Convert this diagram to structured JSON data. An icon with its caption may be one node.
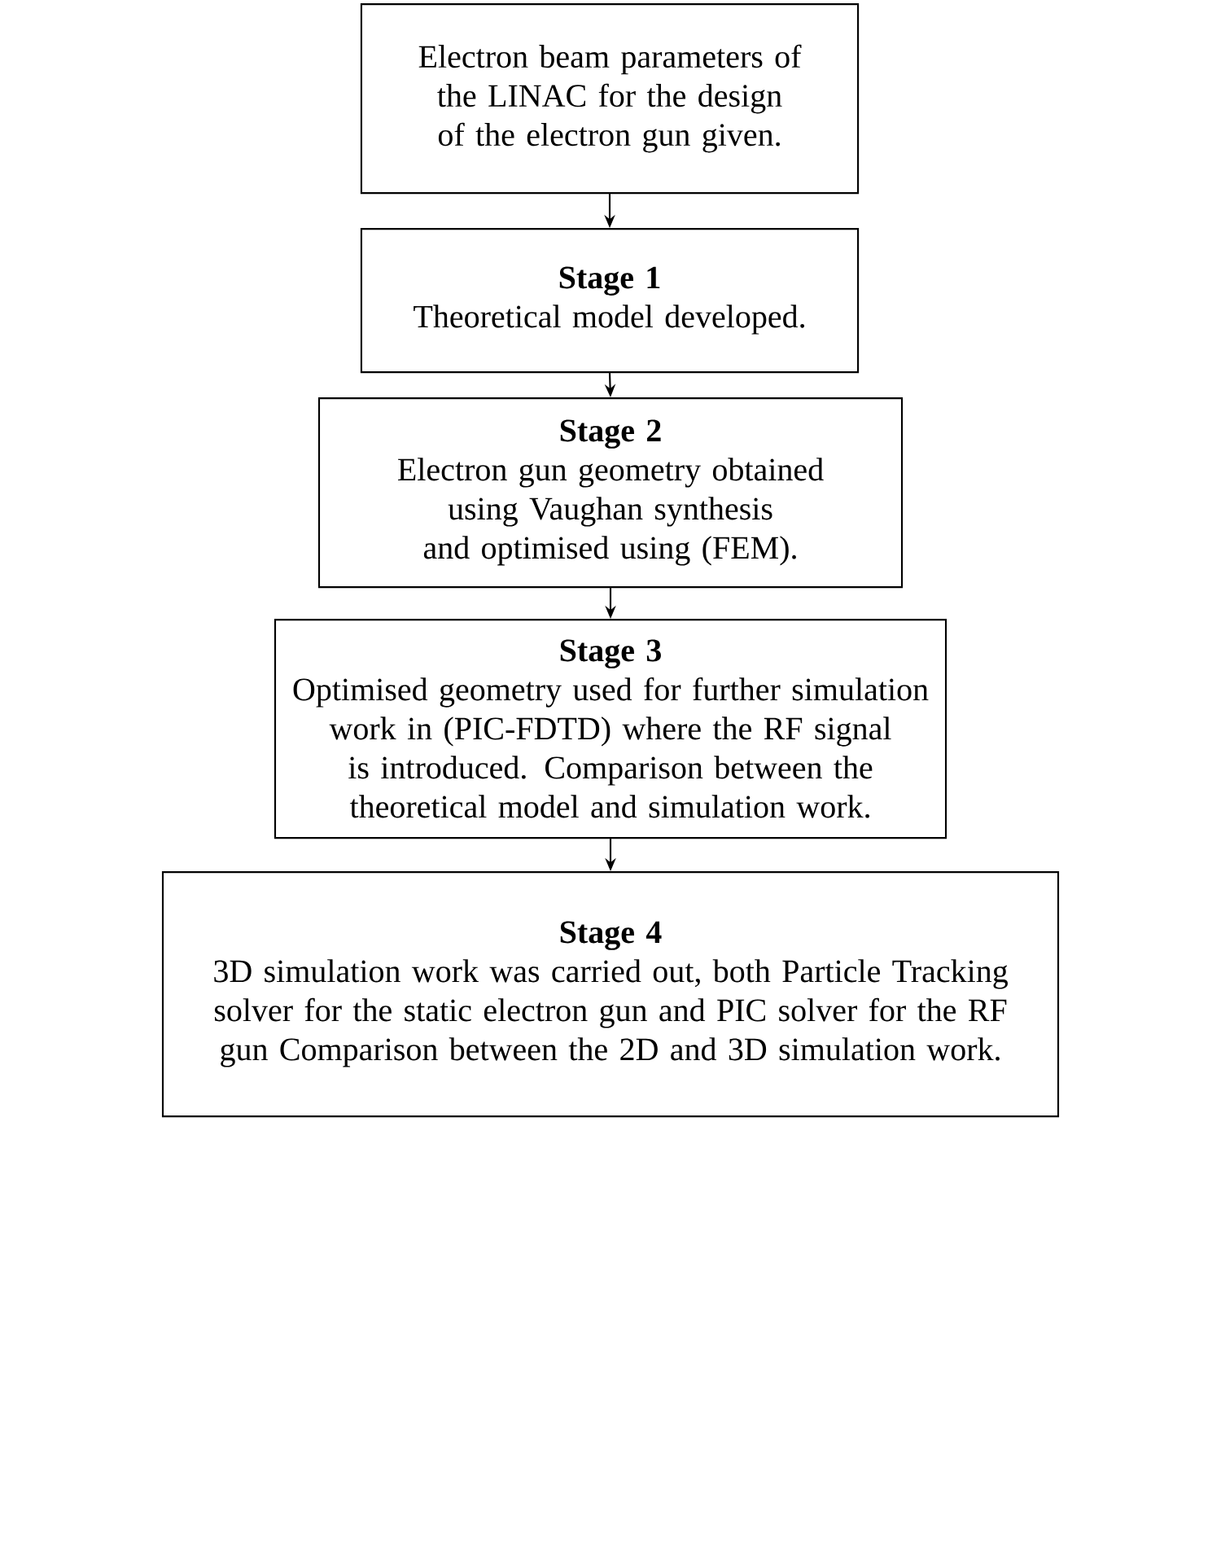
{
  "diagram": {
    "nodes": [
      {
        "text": [
          "Electron beam parameters of the LINAC for the design of the electron gun given."
        ]
      },
      {
        "text": [
          "Stage 1",
          "Theoretical model developed."
        ]
      },
      {
        "text": [
          "Stage 2",
          "Electron gun geometry obtained using Vaughan synthesis and optimised using (FEM)."
        ]
      },
      {
        "text": [
          "Stage 3",
          "Optimised geometry used for further simulation work in (PIC-FDTD) where the RF signal is introduced. Comparison between the theoretical model and simulation work."
        ]
      },
      {
        "text": [
          "Stage 4",
          "3D simulation work was carried out, both Particle Tracking solver for the static electron gun and PIC solver for the RF gun Comparison between the 2D and 3D simulation work."
        ]
      }
    ],
    "edges": [
      {
        "from": 0,
        "to": 1,
        "arrow": "to"
      },
      {
        "from": 1,
        "to": 2,
        "arrow": "to"
      },
      {
        "from": 2,
        "to": 3,
        "arrow": "to"
      },
      {
        "from": 3,
        "to": 4,
        "arrow": "to"
      }
    ]
  }
}
